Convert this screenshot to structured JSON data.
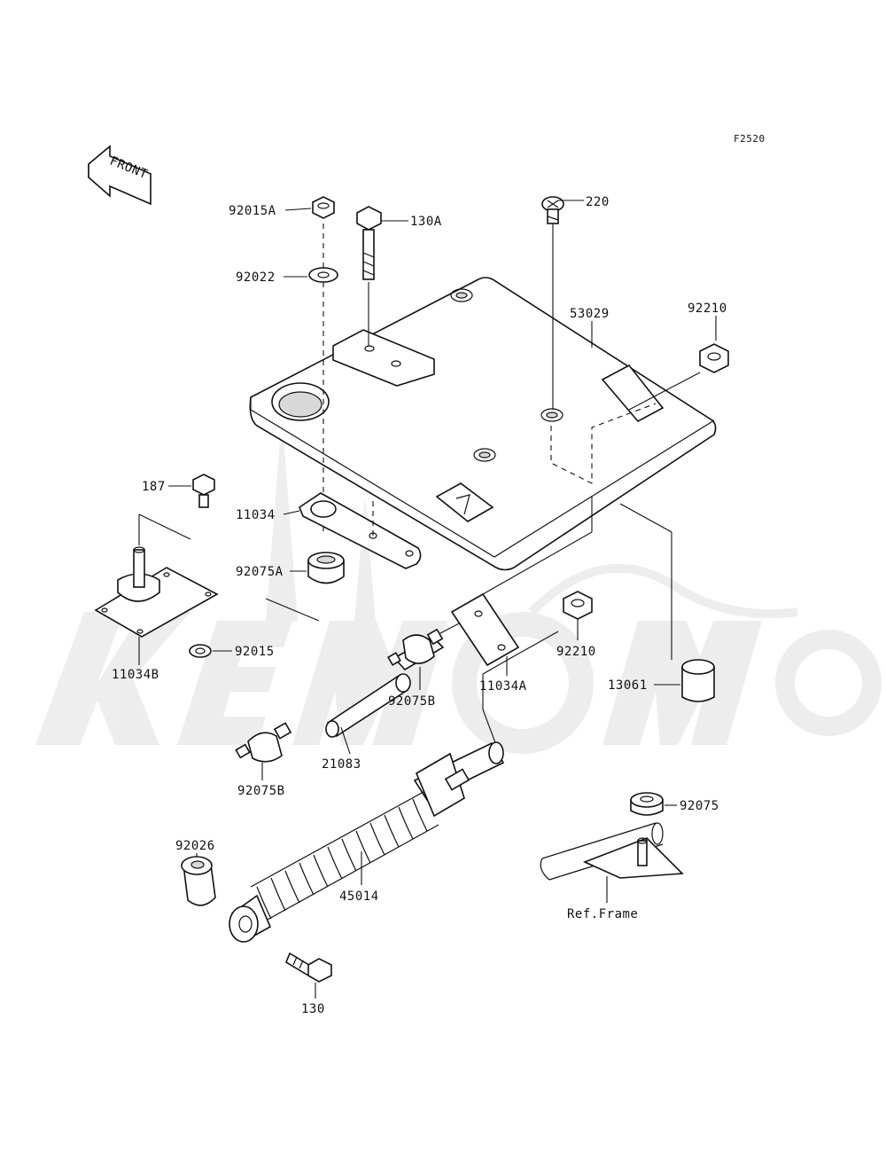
{
  "diagram_code": "F2520",
  "front_arrow_text": "FRONT",
  "labels": {
    "p92015A": "92015A",
    "p130A": "130A",
    "p220": "220",
    "p92022": "92022",
    "p53029": "53029",
    "p92210_top": "92210",
    "p187": "187",
    "p11034": "11034",
    "p92075A": "92075A",
    "p11034B": "11034B",
    "p92015": "92015",
    "p92075B_mid": "92075B",
    "p11034A": "11034A",
    "p92210_mid": "92210",
    "p13061": "13061",
    "p21083": "21083",
    "p92075B_low": "92075B",
    "p92075": "92075",
    "p92026": "92026",
    "p45014": "45014",
    "ref_frame": "Ref.Frame",
    "p130": "130"
  }
}
